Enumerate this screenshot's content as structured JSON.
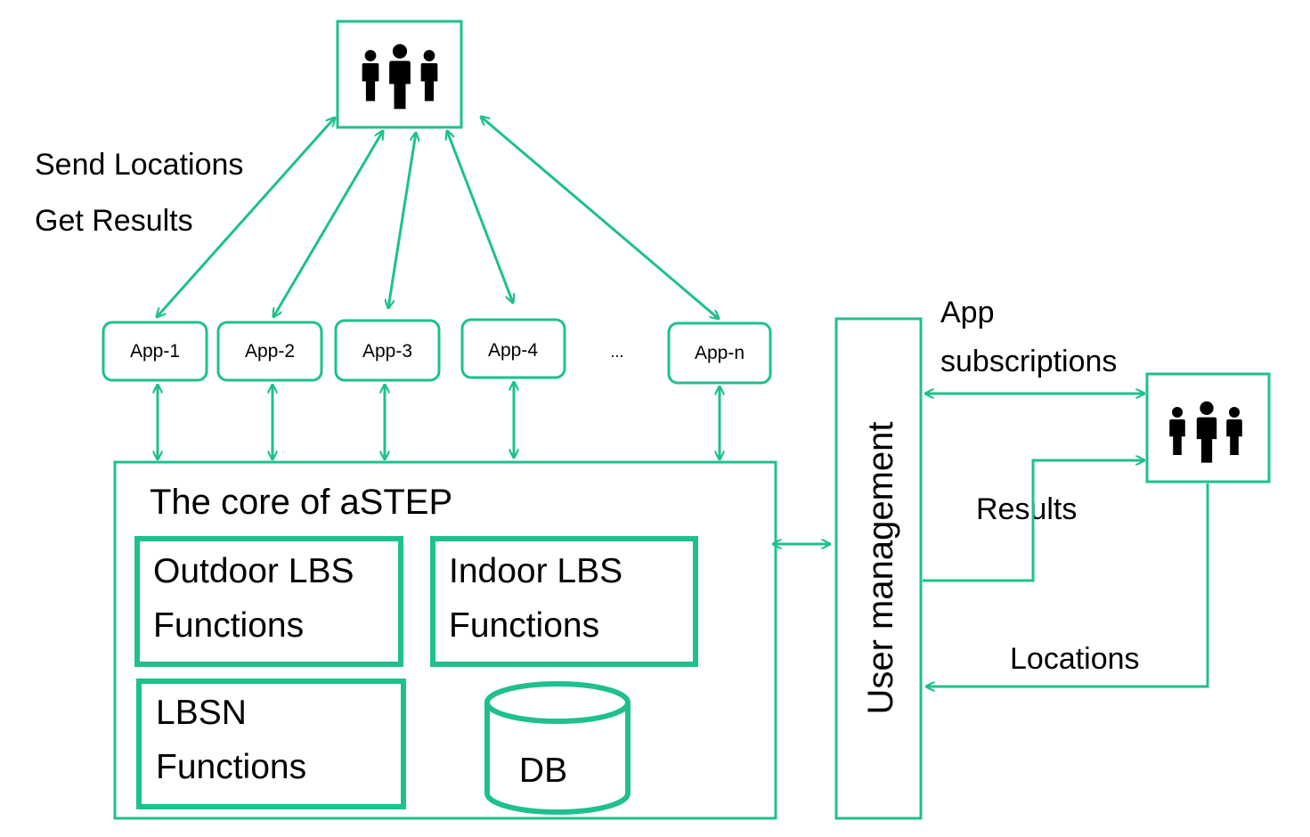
{
  "colors": {
    "accent": "#1ec08e",
    "text": "#000000",
    "background": "#ffffff"
  },
  "labels": {
    "send_locations": "Send Locations",
    "get_results": "Get Results",
    "ellipsis": "...",
    "core_title": "The core of aSTEP",
    "app_subscriptions_line1": "App",
    "app_subscriptions_line2": "subscriptions",
    "results": "Results",
    "locations": "Locations",
    "user_management": "User management"
  },
  "apps": [
    {
      "label": "App-1"
    },
    {
      "label": "App-2"
    },
    {
      "label": "App-3"
    },
    {
      "label": "App-4"
    },
    {
      "label": "App-n"
    }
  ],
  "modules": {
    "outdoor": {
      "line1": "Outdoor LBS",
      "line2": "Functions"
    },
    "indoor": {
      "line1": "Indoor LBS",
      "line2": "Functions"
    },
    "lbsn": {
      "line1": "LBSN",
      "line2": "Functions"
    },
    "db": {
      "label": "DB"
    }
  },
  "icons": {
    "top_users": "users-group-icon",
    "right_users": "users-group-icon"
  }
}
